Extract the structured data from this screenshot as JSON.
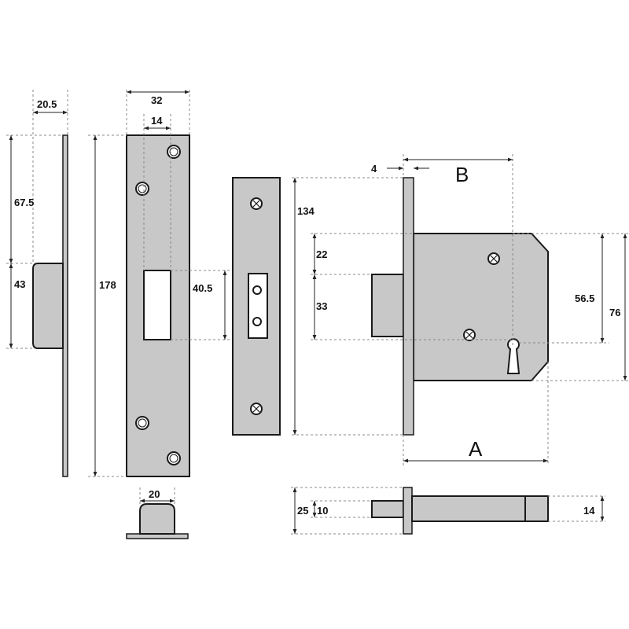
{
  "dimensions": {
    "faceplate_depth": "20.5",
    "faceplate_top": "67.5",
    "faceplate_bolt": "43",
    "forend_width": "32",
    "forend_inner": "14",
    "forend_height": "178",
    "forend_slot": "40.5",
    "bolt_end_width": "20",
    "keep_height": "134",
    "backplate": "4",
    "case_top": "22",
    "case_bolt": "33",
    "case_keyhole": "56.5",
    "case_height": "76",
    "bolt_height": "25",
    "bolt_inner": "10",
    "bolt_end": "14"
  },
  "letters": {
    "a": "A",
    "b": "B"
  }
}
